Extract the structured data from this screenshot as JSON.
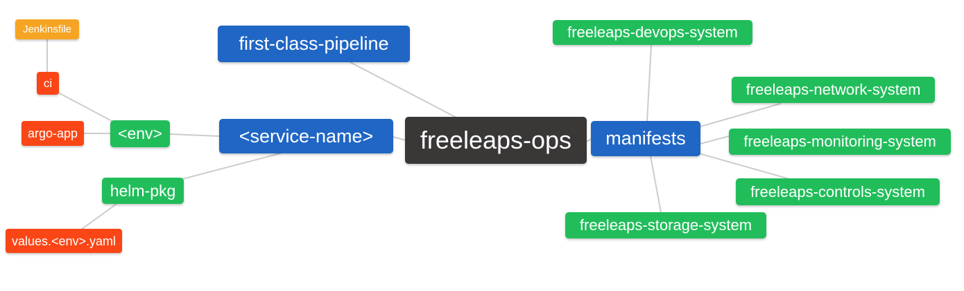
{
  "diagram": {
    "kind": "mindmap",
    "root_label": "freeleaps-ops"
  },
  "colors": {
    "blue": "#2066c4",
    "green": "#22bd5b",
    "red": "#fa4616",
    "orange": "#f6a423",
    "dark": "#3a3737",
    "edge": "#cccccc",
    "background": "#ffffff",
    "text": "#ffffff"
  },
  "nodes": {
    "freeleaps_ops": {
      "label": "freeleaps-ops",
      "color": "#3a3737"
    },
    "first_class_pipeline": {
      "label": "first-class-pipeline",
      "color": "#2066c4"
    },
    "service_name": {
      "label": "<service-name>",
      "color": "#2066c4"
    },
    "manifests": {
      "label": "manifests",
      "color": "#2066c4"
    },
    "env": {
      "label": "<env>",
      "color": "#22bd5b"
    },
    "helm_pkg": {
      "label": "helm-pkg",
      "color": "#22bd5b"
    },
    "ci": {
      "label": "ci",
      "color": "#fa4616"
    },
    "argo_app": {
      "label": "argo-app",
      "color": "#fa4616"
    },
    "values_env_yaml": {
      "label": "values.<env>.yaml",
      "color": "#fa4616"
    },
    "jenkinsfile": {
      "label": "Jenkinsfile",
      "color": "#f6a423"
    },
    "devops_system": {
      "label": "freeleaps-devops-system",
      "color": "#22bd5b"
    },
    "network_system": {
      "label": "freeleaps-network-system",
      "color": "#22bd5b"
    },
    "monitoring_system": {
      "label": "freeleaps-monitoring-system",
      "color": "#22bd5b"
    },
    "controls_system": {
      "label": "freeleaps-controls-system",
      "color": "#22bd5b"
    },
    "storage_system": {
      "label": "freeleaps-storage-system",
      "color": "#22bd5b"
    }
  },
  "edges": [
    {
      "from": "jenkinsfile",
      "to": "ci"
    },
    {
      "from": "ci",
      "to": "env"
    },
    {
      "from": "argo_app",
      "to": "env"
    },
    {
      "from": "env",
      "to": "service_name"
    },
    {
      "from": "helm_pkg",
      "to": "service_name"
    },
    {
      "from": "values_env_yaml",
      "to": "helm_pkg"
    },
    {
      "from": "first_class_pipeline",
      "to": "freeleaps_ops"
    },
    {
      "from": "service_name",
      "to": "freeleaps_ops"
    },
    {
      "from": "freeleaps_ops",
      "to": "manifests"
    },
    {
      "from": "manifests",
      "to": "devops_system"
    },
    {
      "from": "manifests",
      "to": "network_system"
    },
    {
      "from": "manifests",
      "to": "monitoring_system"
    },
    {
      "from": "manifests",
      "to": "controls_system"
    },
    {
      "from": "manifests",
      "to": "storage_system"
    }
  ]
}
